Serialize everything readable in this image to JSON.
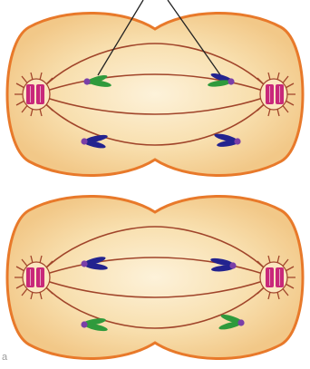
{
  "labels": {
    "corner_mark": "a"
  },
  "colors": {
    "background": "#ffffff",
    "cell_fill": "#f6d9a2",
    "cell_center": "#fdf1d8",
    "cell_outline": "#e8792a",
    "spindle": "#a0442a",
    "centriole": "#c8287a",
    "chromatid_green": "#2f9a3c",
    "chromatid_blue": "#23238f",
    "centromere": "#7a3fa8",
    "pointer_lines": "#222222"
  },
  "diagram": {
    "cells": [
      {
        "name": "top-cell",
        "phase_pairing": "top-chromosomes-green-upper"
      },
      {
        "name": "bottom-cell",
        "phase_pairing": "top-chromosomes-blue-upper"
      }
    ],
    "chromosome_count_per_cell": 4,
    "pointer_lines": 2
  }
}
